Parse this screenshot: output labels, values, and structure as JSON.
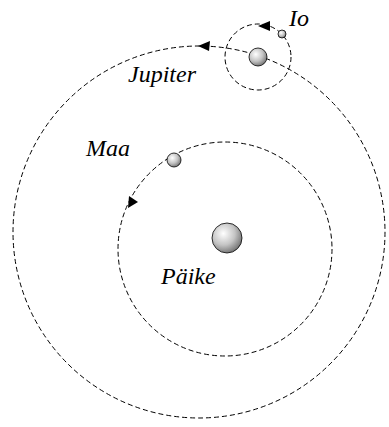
{
  "diagram": {
    "labels": [
      "Io",
      "Jupiter",
      "Maa",
      "Päike"
    ]
  }
}
